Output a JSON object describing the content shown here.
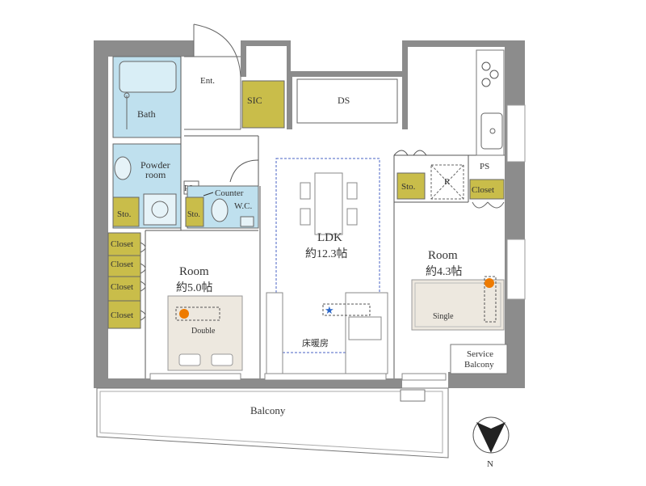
{
  "rooms": {
    "entrance": "Ent.",
    "sic": "SIC",
    "ds": "DS",
    "bath": "Bath",
    "powder_line1": "Powder",
    "powder_line2": "room",
    "ps_left": "PS",
    "counter": "Counter",
    "wc": "W.C.",
    "storage_left": "Sto.",
    "storage_wc": "Sto.",
    "closets": [
      "Closet",
      "Closet",
      "Closet",
      "Closet"
    ],
    "room_west": "Room",
    "room_west_size": "約5.0帖",
    "bed_double": "Double",
    "ldk": "LDK",
    "ldk_size": "約12.3帖",
    "floor_heating": "床暖房",
    "storage_right": "Sto.",
    "fridge": "R",
    "ps_right": "PS",
    "closet_right": "Closet",
    "room_east": "Room",
    "room_east_size": "約4.3帖",
    "bed_single": "Single",
    "service_balcony_line1": "Service",
    "service_balcony_line2": "Balcony",
    "balcony": "Balcony"
  },
  "compass": {
    "label": "N"
  },
  "colors": {
    "wall": "#8c8c8c",
    "wet_area": "#bfe0ee",
    "storage": "#c9bd4a",
    "floor_heating_border": "#4a63c4",
    "outlet_marker": "#ee7b00",
    "star_marker": "#2a66c9"
  }
}
